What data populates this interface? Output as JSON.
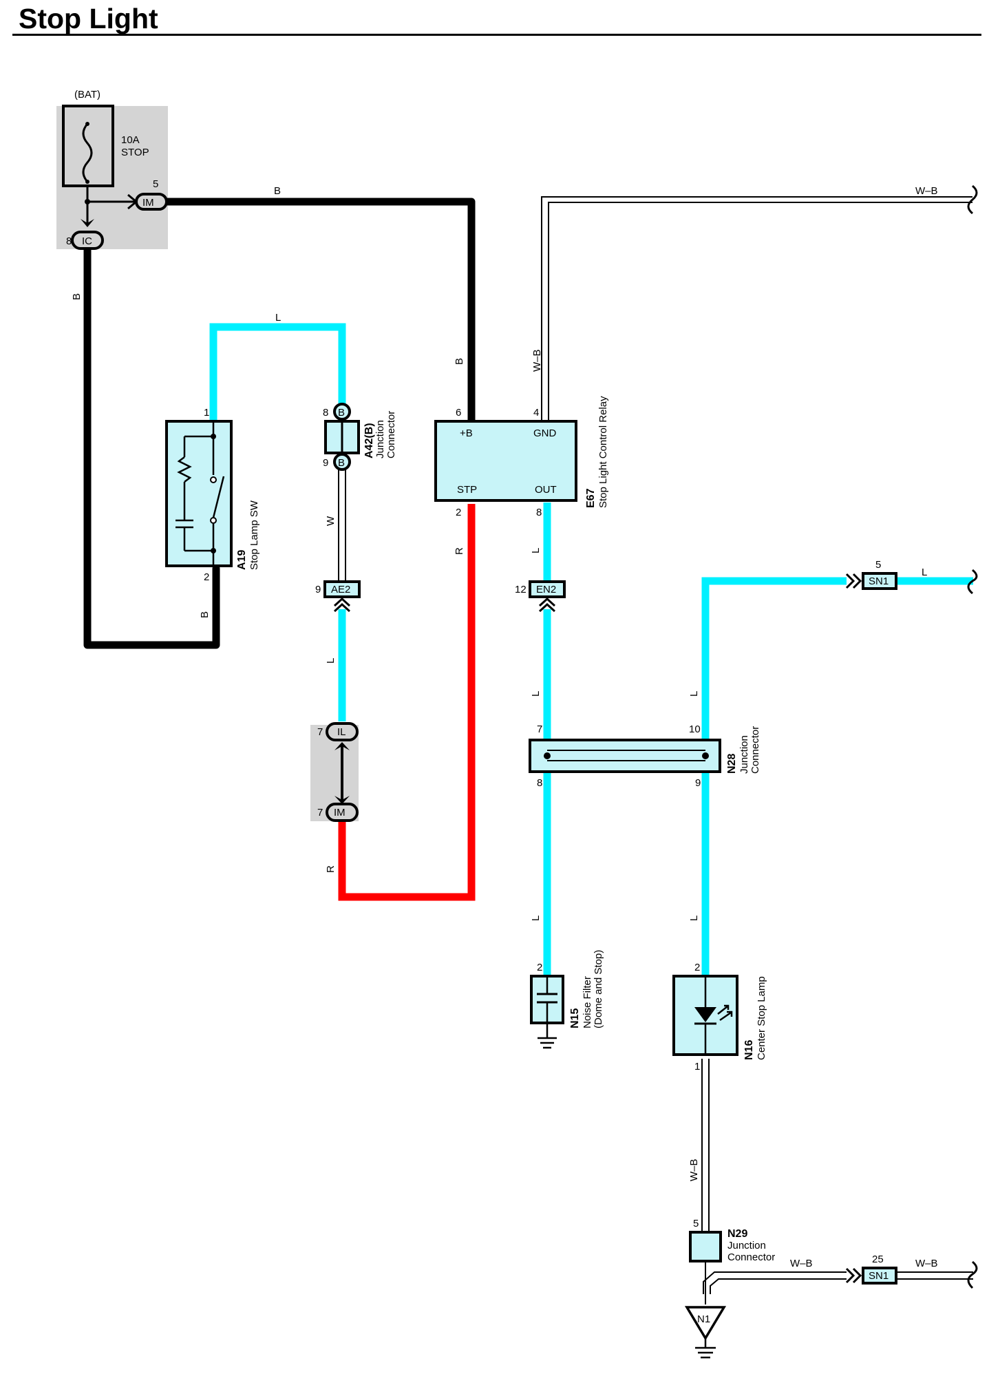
{
  "title": "Stop Light",
  "colors": {
    "black_wire": "#000000",
    "blue_wire": "#00f0ff",
    "red_wire": "#ff0000",
    "component_fill": "#c8f4f8",
    "shaded_block": "#d4d4d4"
  },
  "fuse": {
    "source": "(BAT)",
    "rating": "10A",
    "name": "STOP"
  },
  "connectors": {
    "im_top": {
      "pin": "5",
      "code": "IM"
    },
    "ic": {
      "pin": "8",
      "code": "IC"
    },
    "a42_top": {
      "pin": "8",
      "code": "B"
    },
    "a42_bottom": {
      "pin": "9",
      "code": "B"
    },
    "ae2": {
      "pin": "9",
      "code": "AE2"
    },
    "il": {
      "pin": "7",
      "code": "IL"
    },
    "im_bottom": {
      "pin": "7",
      "code": "IM"
    },
    "en2": {
      "pin": "12",
      "code": "EN2"
    },
    "sn1_top": {
      "pin": "5",
      "code": "SN1"
    },
    "sn1_bottom": {
      "pin": "25",
      "code": "SN1"
    },
    "ground": {
      "code": "N1"
    }
  },
  "components": {
    "a19": {
      "id": "A19",
      "name": "Stop Lamp SW",
      "pin_top": "1",
      "pin_bottom": "2"
    },
    "a42": {
      "id": "A42(B)",
      "name_line1": "Junction",
      "name_line2": "Connector"
    },
    "e67": {
      "id": "E67",
      "name": "Stop Light Control Relay",
      "term_b": "+B",
      "term_gnd": "GND",
      "term_stp": "STP",
      "term_out": "OUT",
      "pin_b": "6",
      "pin_gnd": "4",
      "pin_stp": "2",
      "pin_out": "8"
    },
    "n28": {
      "id": "N28",
      "name_line1": "Junction",
      "name_line2": "Connector",
      "pin_tl": "7",
      "pin_tr": "10",
      "pin_bl": "8",
      "pin_br": "9"
    },
    "n15": {
      "id": "N15",
      "name_line1": "Noise Filter",
      "name_line2": "(Dome and Stop)",
      "pin": "2"
    },
    "n16": {
      "id": "N16",
      "name": "Center Stop Lamp",
      "pin_top": "2",
      "pin_bottom": "1"
    },
    "n29": {
      "id": "N29",
      "name_line1": "Junction",
      "name_line2": "Connector",
      "pin": "5"
    }
  },
  "wire_labels": {
    "b_top": "B",
    "b_left": "B",
    "b_relay": "B",
    "b_a19": "B",
    "l_top": "L",
    "w_a42": "W",
    "l_ae2": "L",
    "r_im": "R",
    "r_relay": "R",
    "wb_gnd": "W–B",
    "wb_right_top": "W–B",
    "l_out": "L",
    "l_en2": "L",
    "l_sn1": "L",
    "l_n28_right": "L",
    "l_n15": "L",
    "l_n16": "L",
    "wb_n16": "W–B",
    "wb_n29": "W–B",
    "wb_sn1": "W–B"
  }
}
